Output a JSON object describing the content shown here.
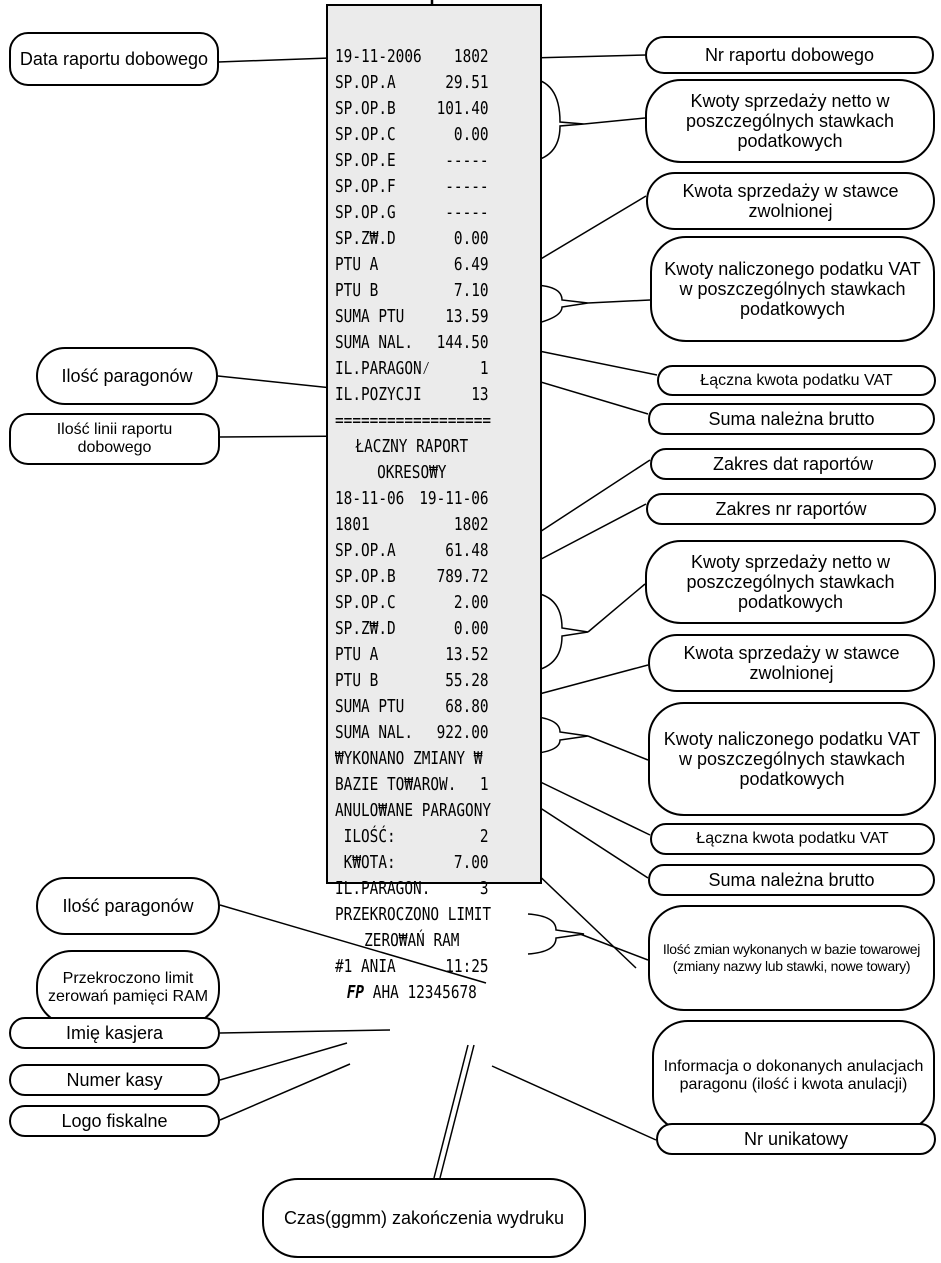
{
  "receipt": {
    "lines": [
      {
        "left": "19-11-2006",
        "right": "1802"
      },
      {
        "left": "SP.OP.A",
        "right": "29.51"
      },
      {
        "left": "SP.OP.B",
        "right": "101.40"
      },
      {
        "left": "SP.OP.C",
        "right": "0.00"
      },
      {
        "left": "SP.OP.E",
        "right": "-----"
      },
      {
        "left": "SP.OP.F",
        "right": "-----"
      },
      {
        "left": "SP.OP.G",
        "right": "-----"
      },
      {
        "left": "SP.Z₩.D",
        "right": "0.00"
      },
      {
        "left": "PTU A",
        "right": "6.49"
      },
      {
        "left": "PTU B",
        "right": "7.10"
      },
      {
        "left": "SUMA PTU",
        "right": "13.59"
      },
      {
        "left": "SUMA NAL.",
        "right": "144.50"
      },
      {
        "left": "IL.PARAGON⁄",
        "right": "1"
      },
      {
        "left": "IL.POZYCJI",
        "right": "13"
      },
      {
        "center": "=================="
      },
      {
        "center": "ŁACZNY RAPORT"
      },
      {
        "center": "OKRESO₩Y"
      },
      {
        "left": "18-11-06",
        "right": "19-11-06"
      },
      {
        "left": "1801",
        "right": "1802"
      },
      {
        "left": "SP.OP.A",
        "right": "61.48"
      },
      {
        "left": "SP.OP.B",
        "right": "789.72"
      },
      {
        "left": "SP.OP.C",
        "right": "2.00"
      },
      {
        "left": "SP.Z₩.D",
        "right": "0.00"
      },
      {
        "left": "PTU A",
        "right": "13.52"
      },
      {
        "left": "PTU B",
        "right": "55.28"
      },
      {
        "left": "SUMA PTU",
        "right": "68.80"
      },
      {
        "left": "SUMA NAL.",
        "right": "922.00"
      },
      {
        "left": "₩YKONANO ZMIANY ₩",
        "right": ""
      },
      {
        "left": "BAZIE TO₩AROW.",
        "right": "1"
      },
      {
        "left": "ANULO₩ANE PARAGONY",
        "right": ""
      },
      {
        "left": " ILOŚĆ:",
        "right": "2"
      },
      {
        "left": " K₩OTA:",
        "right": "7.00"
      },
      {
        "left": "IL.PARAGON.",
        "right": "3"
      },
      {
        "left": "PRZEKROCZONO LIMIT",
        "right": ""
      },
      {
        "center": "ZERO₩AŃ RAM"
      },
      {
        "left": "#1 ANIA",
        "right": "11:25"
      },
      {
        "center": "AHA 12345678",
        "logo": "FP"
      }
    ]
  },
  "callouts": {
    "data_raportu": "Data raportu dobowego",
    "nr_raportu": "Nr raportu dobowego",
    "kwoty_netto_1": "Kwoty sprzedaży netto w poszczególnych stawkach podatkowych",
    "kwota_zw_1": "Kwota sprzedaży w stawce zwolnionej",
    "kwoty_vat_1": "Kwoty naliczonego podatku VAT w poszczególnych stawkach podatkowych",
    "ilosc_paragonow_1": "Ilość paragonów",
    "laczna_vat_1": "Łączna kwota podatku VAT",
    "ilosc_linii": "Ilość linii raportu dobowego",
    "suma_brutto_1": "Suma należna brutto",
    "zakres_dat": "Zakres dat raportów",
    "zakres_nr": "Zakres nr raportów",
    "kwoty_netto_2": "Kwoty sprzedaży netto w poszczególnych stawkach podatkowych",
    "kwota_zw_2": "Kwota sprzedaży w stawce zwolnionej",
    "kwoty_vat_2": "Kwoty naliczonego podatku VAT w poszczególnych stawkach podatkowych",
    "laczna_vat_2": "Łączna kwota podatku VAT",
    "suma_brutto_2": "Suma należna brutto",
    "ilosc_paragonow_2": "Ilość paragonów",
    "ilosc_zmian": "Ilość zmian wykonanych w bazie towarowej (zmiany nazwy lub stawki, nowe towary)",
    "przekroczono": "Przekroczono limit zerowań pamięci RAM",
    "informacja_anulacje": "Informacja o dokonanych anulacjach paragonu (ilość i kwota anulacji)",
    "imie_kasjera": "Imię kasjera",
    "numer_kasy": "Numer kasy",
    "logo_fiskalne": "Logo fiskalne",
    "nr_unikatowy": "Nr unikatowy",
    "czas": "Czas(ggmm) zakończenia wydruku"
  }
}
